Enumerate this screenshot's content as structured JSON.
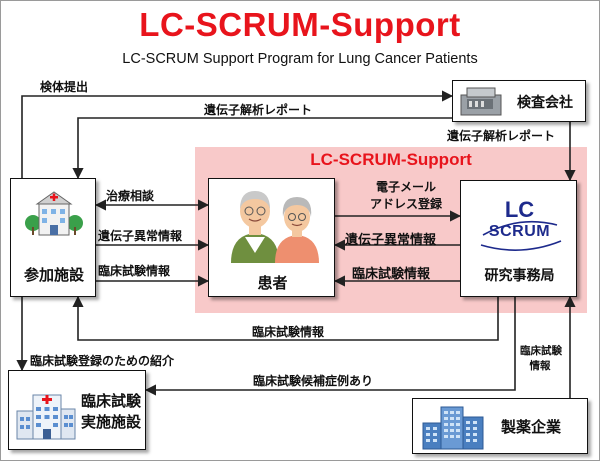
{
  "header": {
    "title": "LC-SCRUM-Support",
    "subtitle": "LC-SCRUM Support Program for Lung Cancer Patients"
  },
  "program_box": {
    "title": "LC-SCRUM-Support"
  },
  "nodes": {
    "facility": "参加施設",
    "patient": "患者",
    "office": "研究事務局",
    "lab": "検査会社",
    "trial_site_line1": "臨床試験",
    "trial_site_line2": "実施施設",
    "pharma": "製薬企業",
    "lc_logo_top": "LC",
    "lc_logo_bottom": "SCRUM"
  },
  "edges": {
    "specimen_submission": "検体提出",
    "report_lab_to_facility": "遺伝子解析レポート",
    "report_lab_to_office": "遺伝子解析レポート",
    "consultation": "治療相談",
    "gene_info_facility": "遺伝子異常情報",
    "trial_info_facility": "臨床試験情報",
    "email_line1": "電子メール",
    "email_line2": "アドレス登録",
    "gene_info_office": "遺伝子異常情報",
    "trial_info_office": "臨床試験情報",
    "trial_info_bottom": "臨床試験情報",
    "referral": "臨床試験登録のための紹介",
    "candidate": "臨床試験候補症例あり",
    "pharma_info_line1": "臨床試験",
    "pharma_info_line2": "情報"
  },
  "colors": {
    "title_red": "#e8141c",
    "program_pink": "#f8c9c9",
    "logo_blue": "#1d2a8c"
  }
}
